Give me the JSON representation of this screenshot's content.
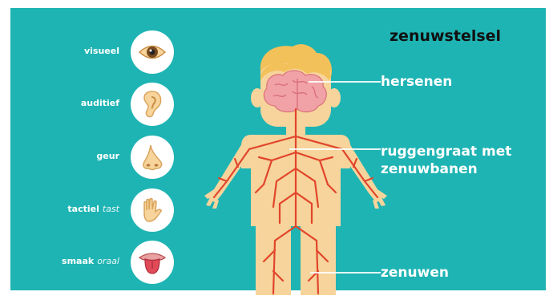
{
  "title": "zenuwstelsel",
  "senses": [
    {
      "label": "visueel",
      "alt": "",
      "icon": "eye-icon"
    },
    {
      "label": "auditief",
      "alt": "",
      "icon": "ear-icon"
    },
    {
      "label": "geur",
      "alt": "",
      "icon": "nose-icon"
    },
    {
      "label": "tactiel",
      "alt": "tast",
      "icon": "hand-icon"
    },
    {
      "label": "smaak",
      "alt": "oraal",
      "icon": "tongue-icon"
    }
  ],
  "callouts": {
    "brain": "hersenen",
    "spine_line1": "ruggengraat met",
    "spine_line2": "zenuwbanen",
    "nerves": "zenuwen"
  },
  "colors": {
    "background": "#1fb4b4",
    "skin": "#f6d49b",
    "hair": "#f3c15a",
    "brain": "#f1a2a6",
    "nerves": "#e2452c",
    "title": "#111111"
  }
}
